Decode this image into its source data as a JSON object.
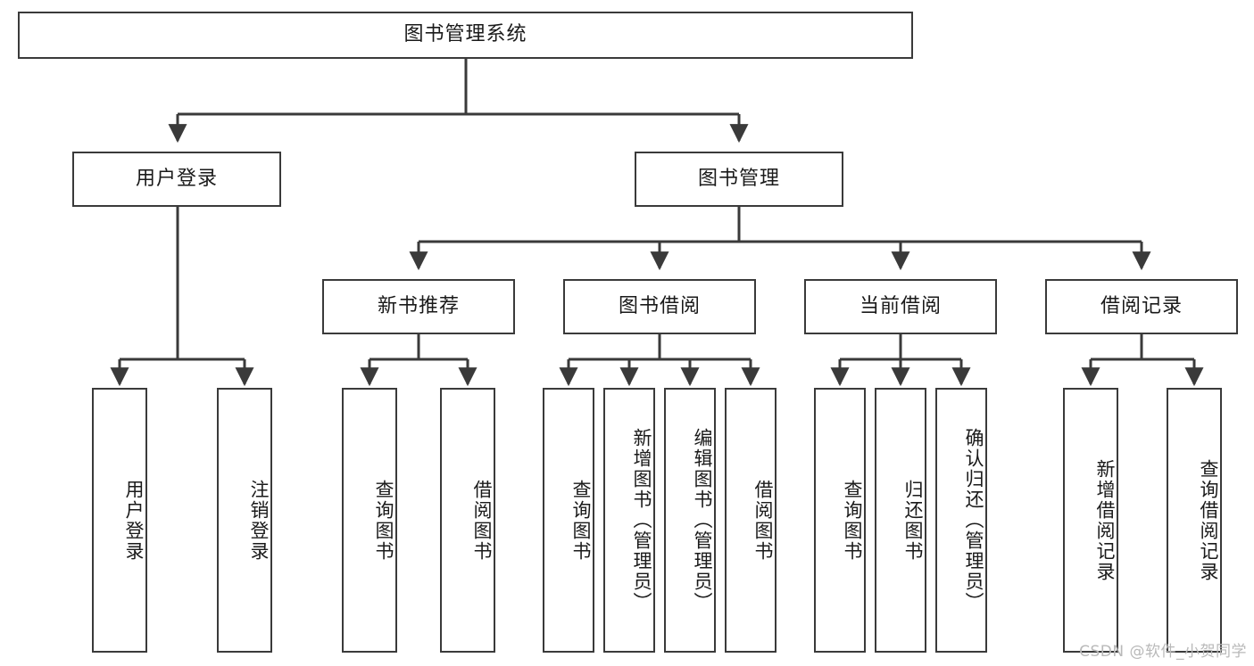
{
  "diagram": {
    "type": "tree",
    "title": "图书管理系统",
    "orientation": "top-down",
    "stroke_color": "#3a3a3a",
    "fill_color": "#ffffff",
    "text_color": "#1a1a1a"
  },
  "watermark": {
    "text": "CSDN @软件_小贺同学",
    "color": "#b9b9b9"
  },
  "nodes": {
    "root": {
      "label": "图书管理系统"
    },
    "level1": [
      {
        "id": "user-login",
        "label": "用户登录"
      },
      {
        "id": "book-management",
        "label": "图书管理"
      }
    ],
    "level2": [
      {
        "id": "new-book-recommend",
        "label": "新书推荐"
      },
      {
        "id": "book-borrow",
        "label": "图书借阅"
      },
      {
        "id": "current-borrow",
        "label": "当前借阅"
      },
      {
        "id": "borrow-record",
        "label": "借阅记录"
      }
    ],
    "leaves": {
      "user-login": [
        {
          "id": "leaf-user-login",
          "label": "用户登录"
        },
        {
          "id": "leaf-logout",
          "label": "注销登录"
        }
      ],
      "new-book-recommend": [
        {
          "id": "leaf-query-book-1",
          "label": "查询图书"
        },
        {
          "id": "leaf-borrow-book-1",
          "label": "借阅图书"
        }
      ],
      "book-borrow": [
        {
          "id": "leaf-query-book-2",
          "label": "查询图书"
        },
        {
          "id": "leaf-add-book",
          "label": "新增图书（管理员）"
        },
        {
          "id": "leaf-edit-book",
          "label": "编辑图书（管理员）"
        },
        {
          "id": "leaf-borrow-book-2",
          "label": "借阅图书"
        }
      ],
      "current-borrow": [
        {
          "id": "leaf-query-book-3",
          "label": "查询图书"
        },
        {
          "id": "leaf-return-book",
          "label": "归还图书"
        },
        {
          "id": "leaf-confirm-return",
          "label": "确认归还（管理员）"
        }
      ],
      "borrow-record": [
        {
          "id": "leaf-add-record",
          "label": "新增借阅记录"
        },
        {
          "id": "leaf-query-record",
          "label": "查询借阅记录"
        }
      ]
    }
  }
}
